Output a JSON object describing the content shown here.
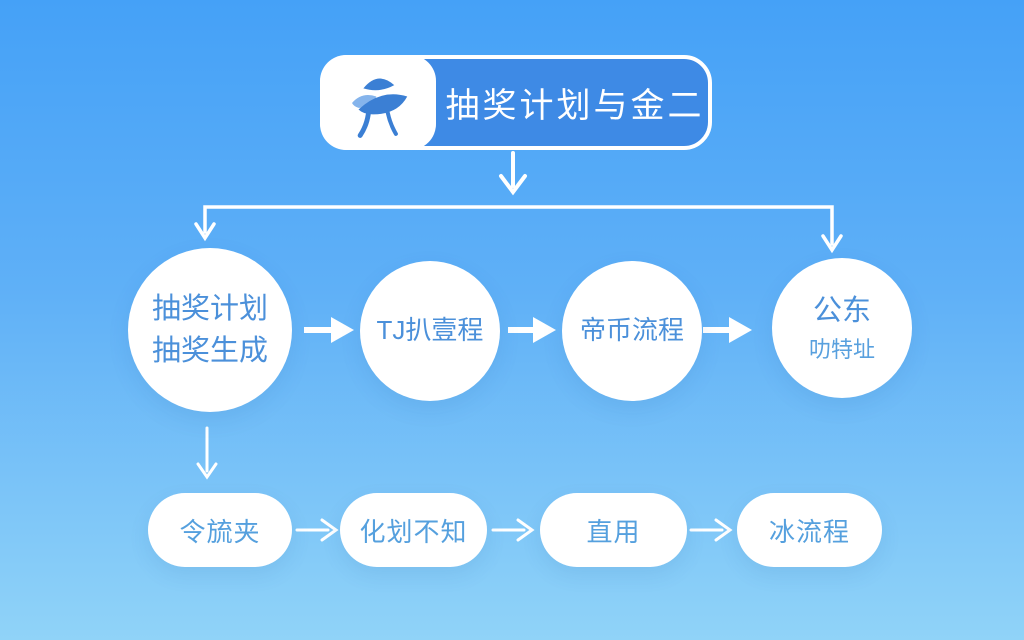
{
  "diagram": {
    "title": "抽奖计划与金二",
    "logo_icon": "bird-leaf-logo",
    "top_row": [
      {
        "lines": [
          "抽奖计划",
          "抽奖生成"
        ]
      },
      {
        "lines": [
          "TJ扒壹程"
        ]
      },
      {
        "lines": [
          "帝币流程"
        ]
      },
      {
        "lines": [
          "公东",
          "叻特址"
        ]
      }
    ],
    "bottom_row": [
      "令旈夹",
      "化划不知",
      "直用",
      "冰流程"
    ],
    "colors": {
      "background_top": "#45a1f7",
      "background_bottom": "#90d3f8",
      "header_fill": "#3e8ae5",
      "header_border": "#ffffff",
      "node_fill": "#ffffff",
      "node_text": "#4b90da",
      "pill_text": "#55a0de",
      "arrow": "#ffffff",
      "logo_primary": "#3b7fd4",
      "logo_secondary": "#85b4ec"
    }
  }
}
